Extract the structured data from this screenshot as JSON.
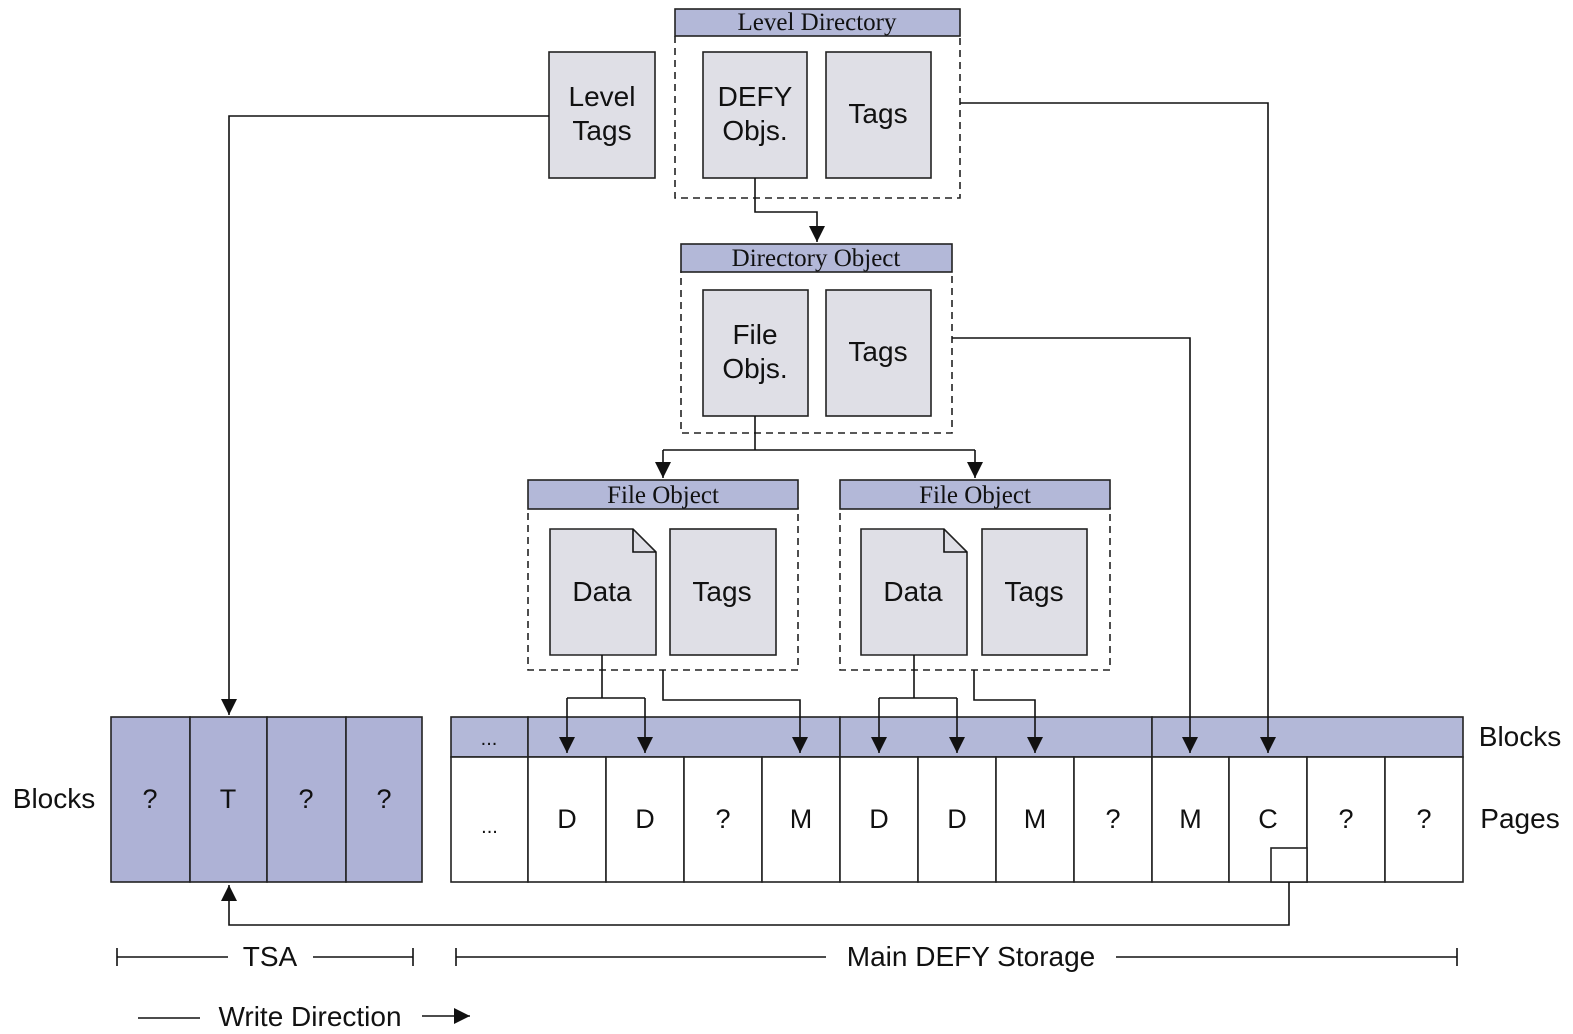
{
  "level_directory": {
    "header": "Level Directory",
    "defy_objs": [
      "DEFY",
      "Objs."
    ],
    "tags": "Tags"
  },
  "level_tags": [
    "Level",
    "Tags"
  ],
  "directory_object": {
    "header": "Directory Object",
    "file_objs": [
      "File",
      "Objs."
    ],
    "tags": "Tags"
  },
  "file_objects": [
    {
      "header": "File Object",
      "data": "Data",
      "tags": "Tags"
    },
    {
      "header": "File Object",
      "data": "Data",
      "tags": "Tags"
    }
  ],
  "tsa_blocks": {
    "label": "Blocks",
    "cells": [
      "?",
      "T",
      "?",
      "?"
    ]
  },
  "main_storage": {
    "blocks_label": "Blocks",
    "pages_label": "Pages",
    "block_ellipsis": "...",
    "pages": [
      "...",
      "D",
      "D",
      "?",
      "M",
      "D",
      "D",
      "M",
      "?",
      "M",
      "C",
      "?",
      "?"
    ]
  },
  "spans": {
    "tsa": "TSA",
    "main": "Main DEFY Storage"
  },
  "legend": {
    "write_direction": "Write Direction"
  }
}
